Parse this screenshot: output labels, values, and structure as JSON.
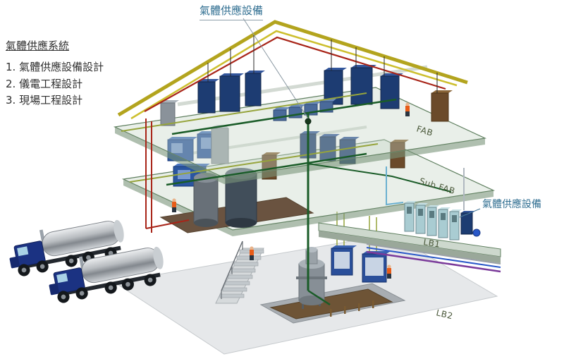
{
  "legend": {
    "title": "氣體供應系統",
    "items": [
      "1. 氣體供應設備設計",
      "2. 儀電工程設計",
      "3. 現場工程設計"
    ]
  },
  "callouts": {
    "top": "氣體供應設備",
    "right": "氣體供應設備"
  },
  "floors": {
    "fab": "FAB",
    "subfab": "Sub FAB",
    "lb1": "LB1",
    "lb2": "LB2"
  },
  "colors": {
    "callout_text": "#2e6d90",
    "legend_text": "#2f2f2f",
    "pipe_red": "#a82418",
    "pipe_green": "#1a5c28",
    "pipe_purple": "#7a3a9a",
    "pipe_blue": "#2a58c8",
    "roof_yellow": "#b3a41e",
    "truck_blue": "#1b3282",
    "slab_green": "#5f7f5f"
  }
}
